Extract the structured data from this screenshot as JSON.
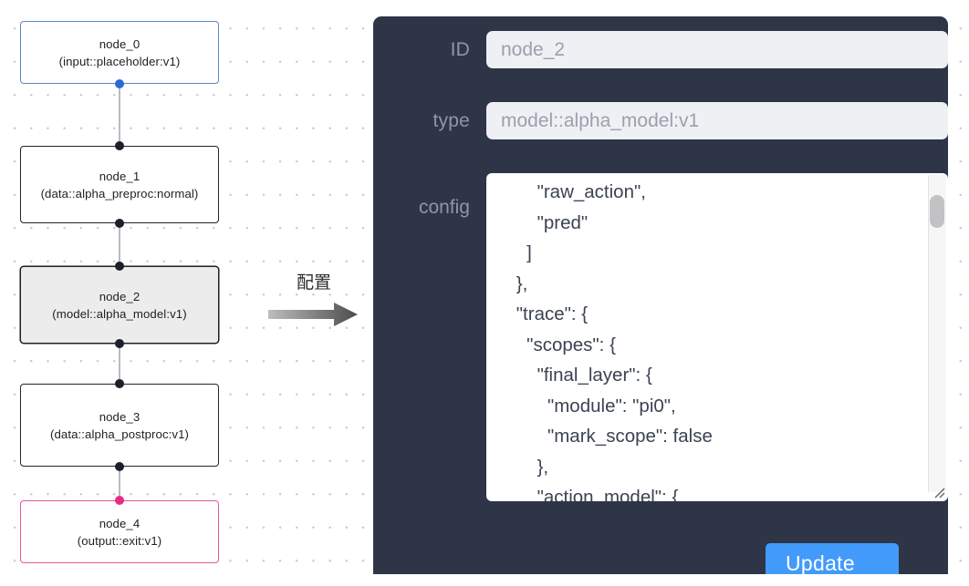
{
  "graph": {
    "nodes": [
      {
        "id": "node_0",
        "type_label": "(input::placeholder:v1)",
        "kind": "input"
      },
      {
        "id": "node_1",
        "type_label": "(data::alpha_preproc:normal)",
        "kind": "default"
      },
      {
        "id": "node_2",
        "type_label": "(model::alpha_model:v1)",
        "kind": "selected"
      },
      {
        "id": "node_3",
        "type_label": "(data::alpha_postproc:v1)",
        "kind": "default"
      },
      {
        "id": "node_4",
        "type_label": "(output::exit:v1)",
        "kind": "output"
      }
    ],
    "colors": {
      "input_border": "#5a86c8",
      "output_border": "#e8549b",
      "default_border": "#1f2430",
      "selected_fill": "#ececec",
      "edge": "#b9bcc2",
      "handle": "#1b2029",
      "handle_input": "#2b6cd4",
      "handle_output": "#ea2a85"
    }
  },
  "flow_arrow": {
    "label": "配置",
    "icon": "right-arrow-icon"
  },
  "config_panel": {
    "background": "#2d3547",
    "fields": [
      {
        "label": "ID",
        "value": "node_2"
      },
      {
        "label": "type",
        "value": "model::alpha_model:v1"
      }
    ],
    "config": {
      "label": "config",
      "value": "        \"raw_action\",\n        \"pred\"\n      ]\n    },\n    \"trace\": {\n      \"scopes\": {\n        \"final_layer\": {\n          \"module\": \"pi0\",\n          \"mark_scope\": false\n        },\n        \"action_model\": {",
      "scrollbar": "vertical-scrollbar",
      "resize_handle": "resize-grip-icon"
    },
    "update_button": {
      "label": "Update",
      "color": "#429bfa"
    }
  }
}
